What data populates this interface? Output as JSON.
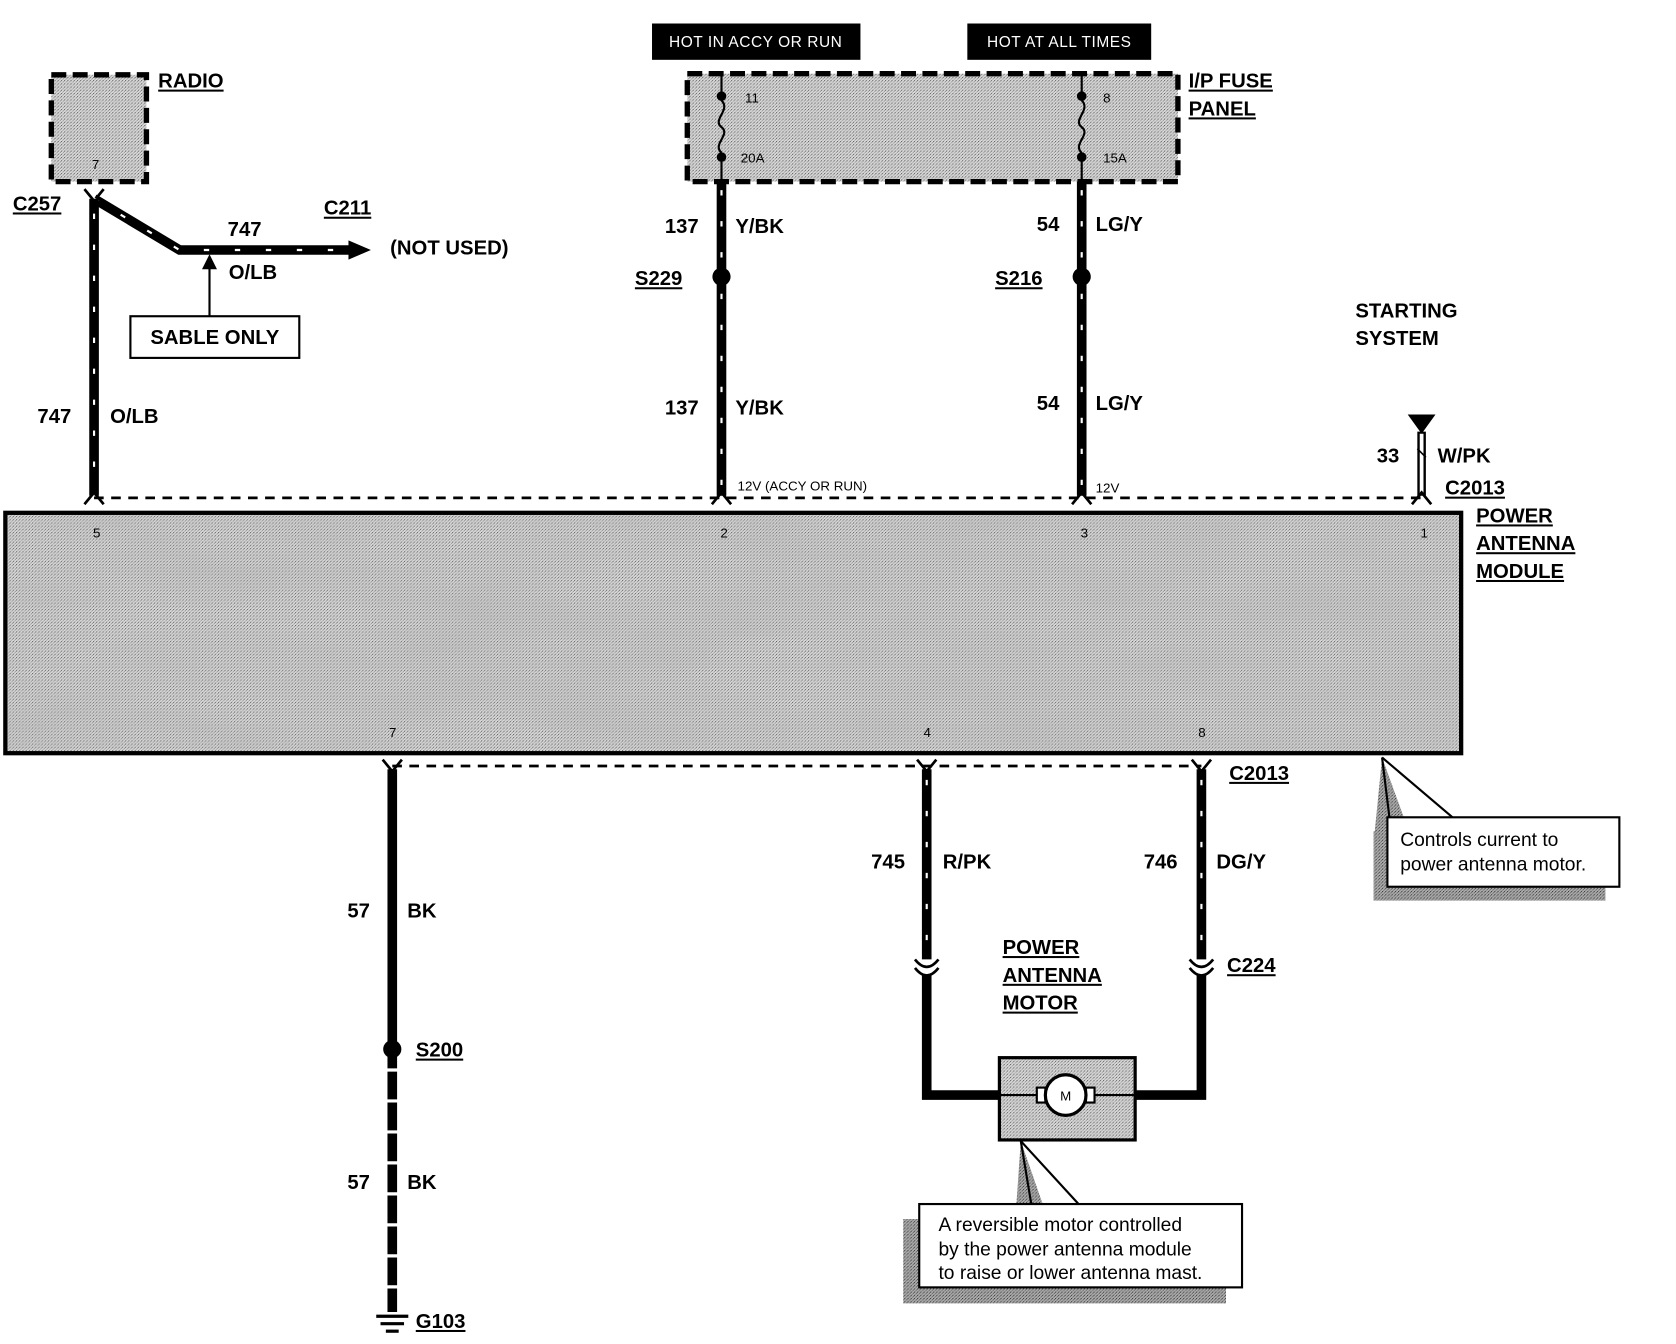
{
  "supply_labels": {
    "accy_run": "HOT IN ACCY OR RUN",
    "all_times": "HOT AT ALL TIMES"
  },
  "fuse_panel": {
    "title_line1": "I/P FUSE",
    "title_line2": "PANEL",
    "fuses": [
      {
        "number": "11",
        "rating": "20A"
      },
      {
        "number": "8",
        "rating": "15A"
      }
    ]
  },
  "radio": {
    "title": "RADIO",
    "pin": "7",
    "connector": "C257"
  },
  "branch_747": {
    "circuit": "747",
    "color": "O/LB",
    "connector": "C211",
    "note": "(NOT USED)",
    "callout": "SABLE ONLY"
  },
  "wire_747": {
    "circuit": "747",
    "color": "O/LB"
  },
  "wire_137": {
    "circuit": "137",
    "color": "Y/BK",
    "splice": "S229",
    "voltage": "12V (ACCY OR RUN)"
  },
  "wire_54": {
    "circuit": "54",
    "color": "LG/Y",
    "splice": "S216",
    "voltage": "12V"
  },
  "starting_system": {
    "line1": "STARTING",
    "line2": "SYSTEM"
  },
  "wire_33": {
    "circuit": "33",
    "color": "W/PK"
  },
  "module": {
    "title_line1": "POWER",
    "title_line2": "ANTENNA",
    "title_line3": "MODULE",
    "connector_top": "C2013",
    "connector_bottom": "C2013",
    "pins_top": [
      "5",
      "2",
      "3",
      "1"
    ],
    "pins_bottom": [
      "7",
      "4",
      "8"
    ],
    "note": [
      "Controls current to",
      "power antenna motor."
    ]
  },
  "wire_57": {
    "circuit": "57",
    "color": "BK",
    "splice": "S200",
    "ground": "G103"
  },
  "wire_745": {
    "circuit": "745",
    "color": "R/PK"
  },
  "wire_746": {
    "circuit": "746",
    "color": "DG/Y",
    "connector": "C224"
  },
  "motor": {
    "title_line1": "POWER",
    "title_line2": "ANTENNA",
    "title_line3": "MOTOR",
    "symbol": "M",
    "note": [
      "A reversible motor controlled",
      "by the power antenna module",
      "to raise or lower antenna mast."
    ]
  }
}
